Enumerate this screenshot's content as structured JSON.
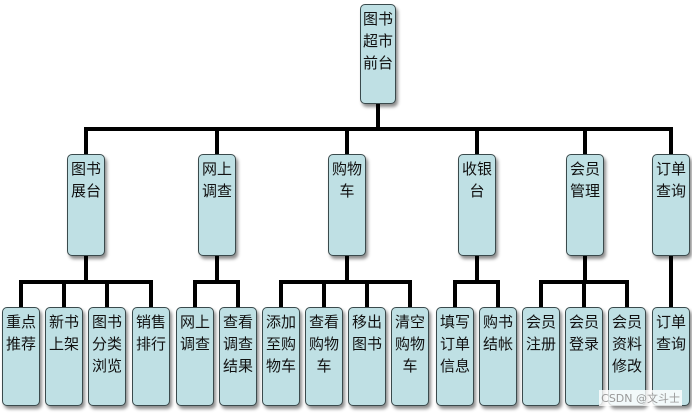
{
  "root": {
    "id": "root",
    "lines": [
      "图书",
      "超市",
      "前台"
    ]
  },
  "categories": [
    {
      "id": "cat-display",
      "lines": [
        "图书",
        "展台"
      ],
      "children": [
        {
          "id": "leaf-featured",
          "lines": [
            "重点",
            "推荐"
          ]
        },
        {
          "id": "leaf-new-arrivals",
          "lines": [
            "新书",
            "上架"
          ]
        },
        {
          "id": "leaf-browse-category",
          "lines": [
            "图书",
            "分类",
            "浏览"
          ]
        },
        {
          "id": "leaf-sales-ranking",
          "lines": [
            "销售",
            "排行"
          ]
        }
      ]
    },
    {
      "id": "cat-survey",
      "lines": [
        "网上",
        "调查"
      ],
      "children": [
        {
          "id": "leaf-online-survey",
          "lines": [
            "网上",
            "调查"
          ]
        },
        {
          "id": "leaf-survey-results",
          "lines": [
            "查看",
            "调查",
            "结果"
          ]
        }
      ]
    },
    {
      "id": "cat-cart",
      "lines": [
        "购物",
        "车"
      ],
      "children": [
        {
          "id": "leaf-add-to-cart",
          "lines": [
            "添加",
            "至购",
            "物车"
          ]
        },
        {
          "id": "leaf-view-cart",
          "lines": [
            "查看",
            "购物",
            "车"
          ]
        },
        {
          "id": "leaf-remove-book",
          "lines": [
            "移出",
            "图书"
          ]
        },
        {
          "id": "leaf-clear-cart",
          "lines": [
            "清空",
            "购物",
            "车"
          ]
        }
      ]
    },
    {
      "id": "cat-checkout",
      "lines": [
        "收银",
        "台"
      ],
      "children": [
        {
          "id": "leaf-order-info",
          "lines": [
            "填写",
            "订单",
            "信息"
          ]
        },
        {
          "id": "leaf-checkout",
          "lines": [
            "购书",
            "结帐"
          ]
        }
      ]
    },
    {
      "id": "cat-member",
      "lines": [
        "会员",
        "管理"
      ],
      "children": [
        {
          "id": "leaf-member-register",
          "lines": [
            "会员",
            "注册"
          ]
        },
        {
          "id": "leaf-member-login",
          "lines": [
            "会员",
            "登录"
          ]
        },
        {
          "id": "leaf-member-edit",
          "lines": [
            "会员",
            "资料",
            "修改"
          ]
        }
      ]
    },
    {
      "id": "cat-order",
      "lines": [
        "订单",
        "查询"
      ],
      "children": [
        {
          "id": "leaf-order-query",
          "lines": [
            "订单",
            "查询"
          ]
        }
      ]
    }
  ],
  "watermark": "CSDN @文斗士",
  "colors": {
    "node_fill": "#bfe0e4",
    "node_border": "#3a4a4c",
    "connector": "#000000"
  }
}
